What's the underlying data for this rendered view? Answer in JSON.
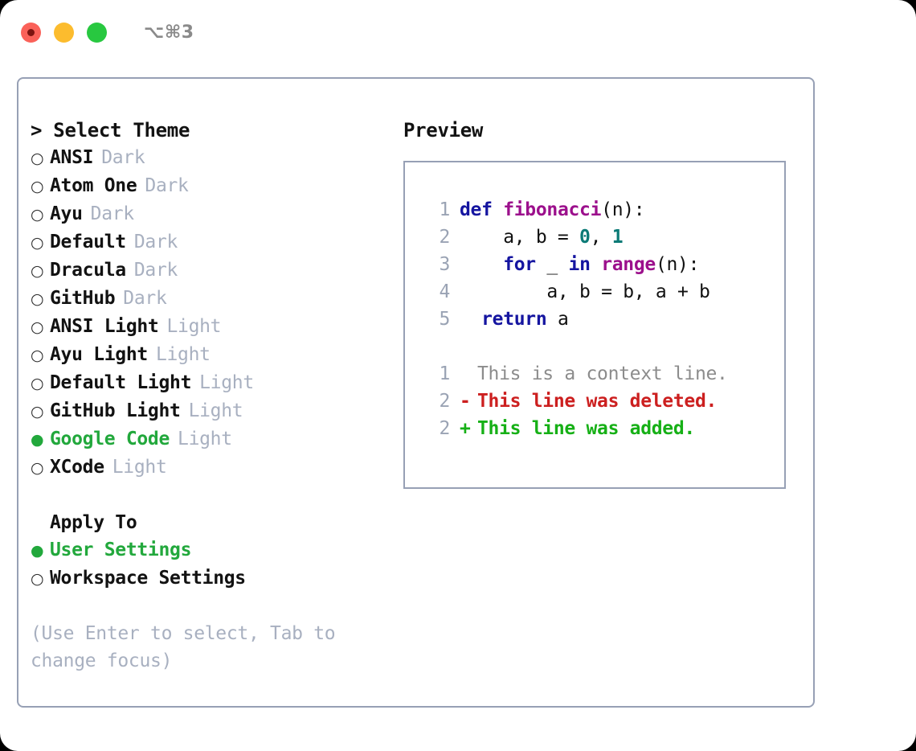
{
  "titlebar": {
    "shortcut": "⌥⌘3",
    "buttons": [
      "close",
      "minimize",
      "maximize"
    ]
  },
  "theme_picker": {
    "header": "> Select Theme",
    "options": [
      {
        "marker": "○",
        "label": "ANSI",
        "tag": "Dark",
        "selected": false
      },
      {
        "marker": "○",
        "label": "Atom One",
        "tag": "Dark",
        "selected": false
      },
      {
        "marker": "○",
        "label": "Ayu",
        "tag": "Dark",
        "selected": false
      },
      {
        "marker": "○",
        "label": "Default",
        "tag": "Dark",
        "selected": false
      },
      {
        "marker": "○",
        "label": "Dracula",
        "tag": "Dark",
        "selected": false
      },
      {
        "marker": "○",
        "label": "GitHub",
        "tag": "Dark",
        "selected": false
      },
      {
        "marker": "○",
        "label": "ANSI Light",
        "tag": "Light",
        "selected": false
      },
      {
        "marker": "○",
        "label": "Ayu Light",
        "tag": "Light",
        "selected": false
      },
      {
        "marker": "○",
        "label": "Default Light",
        "tag": "Light",
        "selected": false
      },
      {
        "marker": "○",
        "label": "GitHub Light",
        "tag": "Light",
        "selected": false
      },
      {
        "marker": "●",
        "label": "Google Code",
        "tag": "Light",
        "selected": true
      },
      {
        "marker": "○",
        "label": "XCode",
        "tag": "Light",
        "selected": false
      }
    ]
  },
  "apply_to": {
    "header": "Apply To",
    "options": [
      {
        "marker": "●",
        "label": "User Settings",
        "selected": true
      },
      {
        "marker": "○",
        "label": "Workspace Settings",
        "selected": false
      }
    ]
  },
  "hint": "(Use Enter to select, Tab to change focus)",
  "preview": {
    "title": "Preview",
    "code_lines": [
      {
        "number": "1",
        "marker": "",
        "tokens": [
          {
            "text": "def ",
            "kind": "kw"
          },
          {
            "text": "fibonacci",
            "kind": "fn"
          },
          {
            "text": "(n):",
            "kind": "txt"
          }
        ]
      },
      {
        "number": "2",
        "marker": "",
        "tokens": [
          {
            "text": "    a, b = ",
            "kind": "txt"
          },
          {
            "text": "0",
            "kind": "num"
          },
          {
            "text": ", ",
            "kind": "txt"
          },
          {
            "text": "1",
            "kind": "num"
          }
        ]
      },
      {
        "number": "3",
        "marker": "",
        "tokens": [
          {
            "text": "    ",
            "kind": "txt"
          },
          {
            "text": "for",
            "kind": "kw"
          },
          {
            "text": " _ ",
            "kind": "txt"
          },
          {
            "text": "in",
            "kind": "kw"
          },
          {
            "text": " ",
            "kind": "txt"
          },
          {
            "text": "range",
            "kind": "fn"
          },
          {
            "text": "(n):",
            "kind": "txt"
          }
        ]
      },
      {
        "number": "4",
        "marker": "",
        "tokens": [
          {
            "text": "        a, b = b, a + b",
            "kind": "txt"
          }
        ]
      },
      {
        "number": "5",
        "marker": "",
        "tokens": [
          {
            "text": "  ",
            "kind": "txt"
          },
          {
            "text": "return",
            "kind": "kw"
          },
          {
            "text": " a",
            "kind": "txt"
          }
        ]
      }
    ],
    "diff_lines": [
      {
        "number": "1",
        "marker": " ",
        "text": "This is a context line.",
        "kind": "ctx"
      },
      {
        "number": "2",
        "marker": "-",
        "text": "This line was deleted.",
        "kind": "del"
      },
      {
        "number": "2",
        "marker": "+",
        "text": "This line was added.",
        "kind": "add"
      }
    ]
  },
  "colors": {
    "accent_green": "#22a83c",
    "border": "#97a0b5",
    "muted": "#a8b0c0",
    "keyword": "#1515a0",
    "function": "#9c108c",
    "number": "#0b7a76",
    "diff_context": "#8c8c8c",
    "diff_deleted": "#cc1f1f",
    "diff_added": "#16b016"
  }
}
